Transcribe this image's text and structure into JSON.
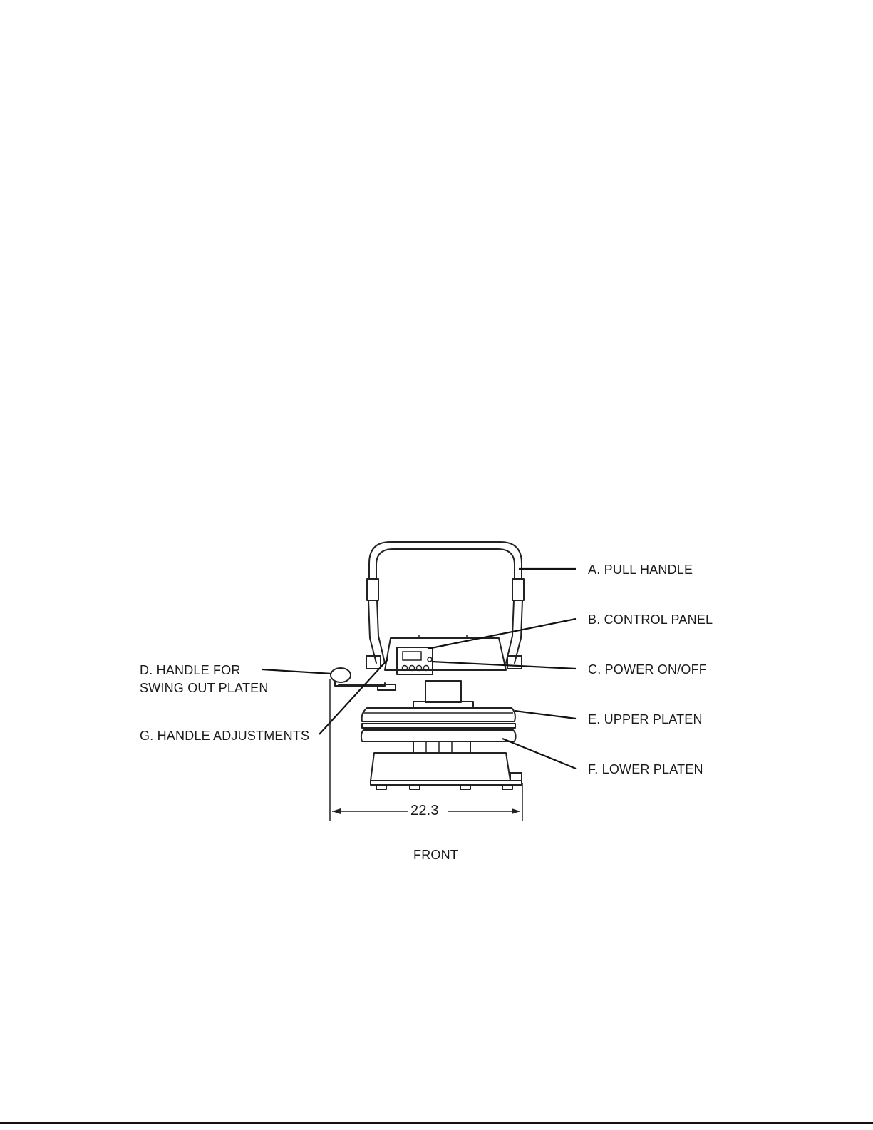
{
  "diagram": {
    "caption": "FRONT",
    "dimension": "22.3",
    "labels": {
      "a": "A.  PULL HANDLE",
      "b": "B.  CONTROL PANEL",
      "c": "C.  POWER ON/OFF",
      "d_line1": "D.  HANDLE FOR",
      "d_line2": "SWING OUT PLATEN",
      "e": "E.  UPPER PLATEN",
      "f": "F.  LOWER PLATEN",
      "g": "G.  HANDLE ADJUSTMENTS"
    }
  }
}
